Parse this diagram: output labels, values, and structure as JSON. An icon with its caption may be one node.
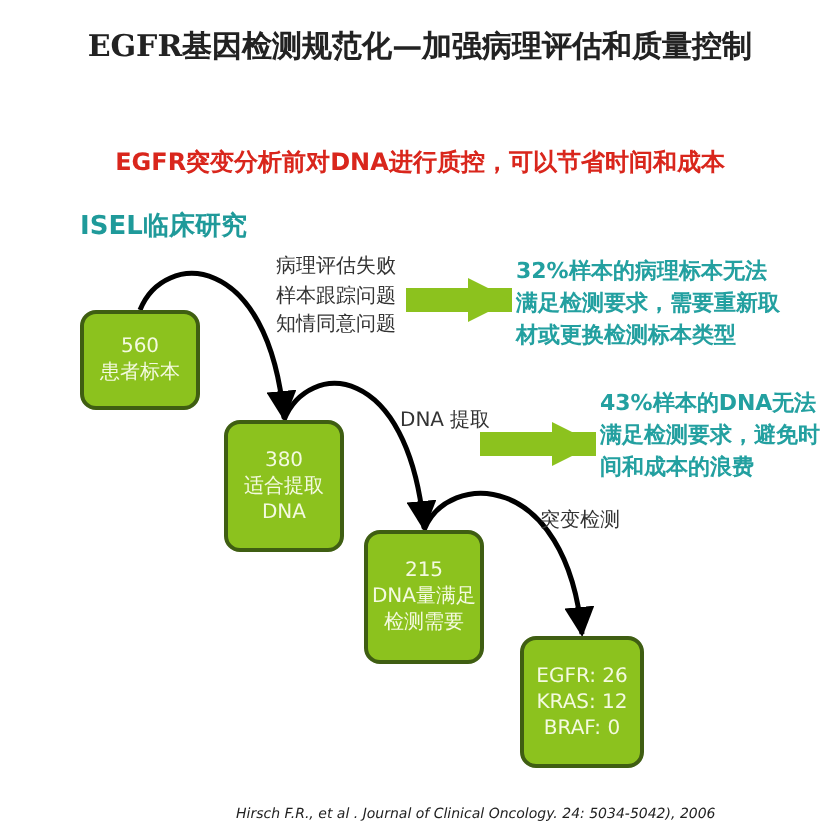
{
  "diagram": {
    "title": "EGFR基因检测规范化—加强病理评估和质量控制",
    "nodes": [
      {
        "text": [
          "560",
          "患者标本"
        ]
      },
      {
        "text": [
          "380",
          "适合提取DNA"
        ]
      },
      {
        "text": [
          "215",
          "DNA量满足检测需要"
        ]
      },
      {
        "text": [
          "EGFR: 26",
          "KRAS: 12",
          "BRAF: 0"
        ]
      },
      {
        "text": [
          "32%样本的病理标本无法满足检测要求，需要重新取材或更换检测标本类型"
        ]
      },
      {
        "text": [
          "43%样本的DNA无法满足检测要求，避免时间和成本的浪费"
        ]
      }
    ],
    "edges": [
      {
        "from": 0,
        "to": 1,
        "arrow": "to",
        "label": "病理评估失败样本跟踪问题知情同意问题"
      },
      {
        "from": 1,
        "to": 2,
        "arrow": "to",
        "label": "DNA 提取"
      },
      {
        "from": 2,
        "to": 3,
        "arrow": "to",
        "label": "突变检测"
      },
      {
        "from": null,
        "to": 4,
        "arrow": "to",
        "style": "thick",
        "color": "#8cc21e"
      },
      {
        "from": null,
        "to": 5,
        "arrow": "to",
        "style": "thick",
        "color": "#8cc21e"
      }
    ],
    "labels": [
      "EGFR突变分析前对DNA进行质控，可以节省时间和成本",
      "ISEL临床研究",
      "Hirsch F.R., et al . Journal of Clinical Oncology. 24: 5034-5042), 2006"
    ]
  }
}
